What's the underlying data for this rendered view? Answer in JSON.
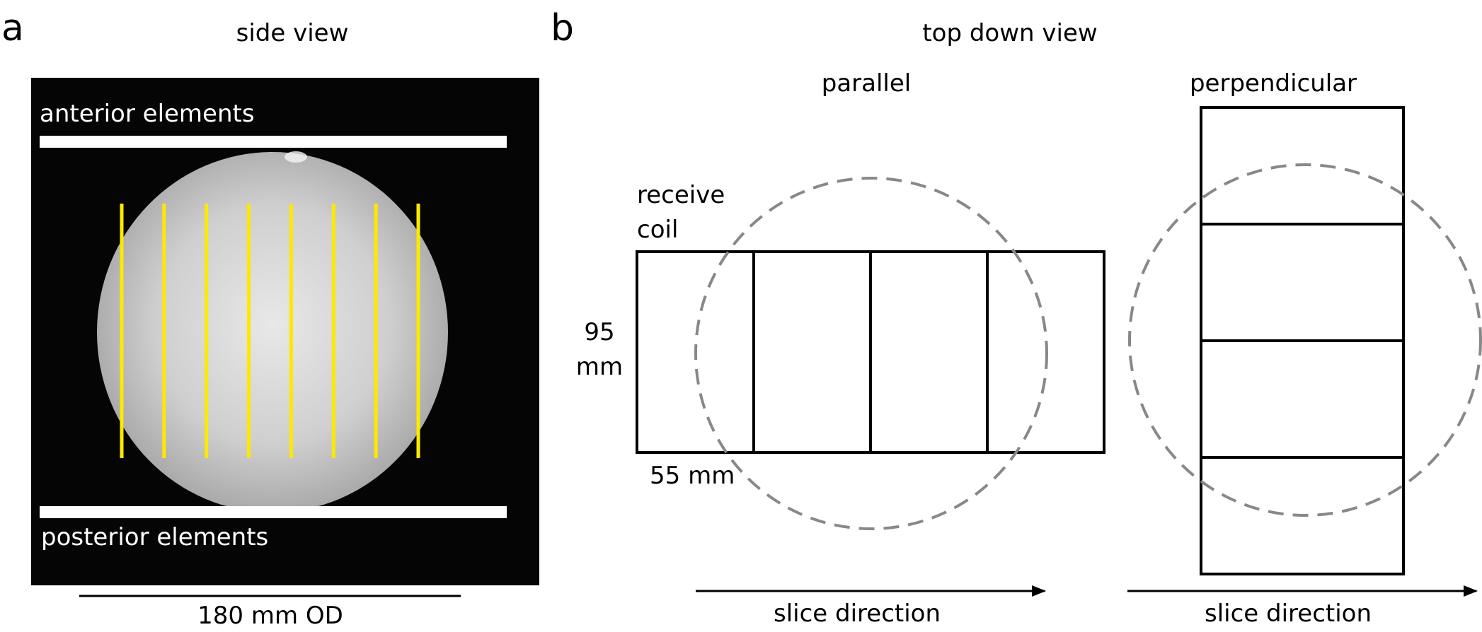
{
  "panel_a": {
    "letter": "a",
    "title": "side view",
    "top_label": "anterior elements",
    "bottom_label": "posterior elements",
    "scale_label": "180 mm OD",
    "slice_line_count": 8,
    "slice_color": "#ffe800"
  },
  "panel_b": {
    "letter": "b",
    "title": "top down view",
    "parallel": {
      "title": "parallel",
      "coil_label_line1": "receive",
      "coil_label_line2": "coil",
      "height_line1": "95",
      "height_line2": "mm",
      "width_label": "55 mm",
      "coil_count": 4,
      "arrow_label": "slice direction"
    },
    "perpendicular": {
      "title": "perpendicular",
      "coil_count": 4,
      "arrow_label": "slice direction"
    },
    "circle_color": "#888888"
  }
}
